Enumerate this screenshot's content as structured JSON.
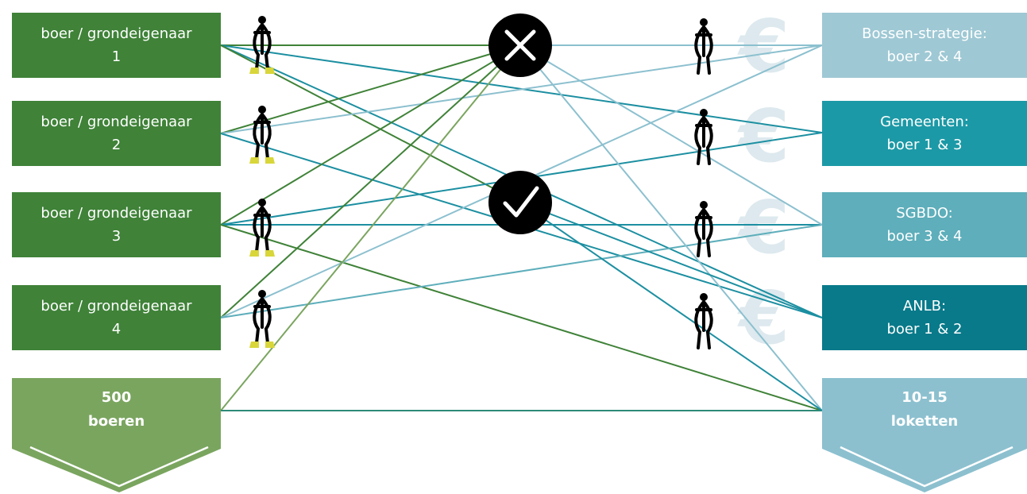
{
  "farmers": [
    {
      "line1": "boer / grondeigenaar",
      "line2": "1"
    },
    {
      "line1": "boer / grondeigenaar",
      "line2": "2"
    },
    {
      "line1": "boer / grondeigenaar",
      "line2": "3"
    },
    {
      "line1": "boer / grondeigenaar",
      "line2": "4"
    }
  ],
  "farmers_total": {
    "line1": "500",
    "line2": "boeren"
  },
  "desks": [
    {
      "line1": "Bossen-strategie:",
      "line2": "boer 2 & 4",
      "color": "#9ec8d4"
    },
    {
      "line1": "Gemeenten:",
      "line2": "boer 1 & 3",
      "color": "#1c99a6"
    },
    {
      "line1": "SGBDO:",
      "line2": "boer 3 & 4",
      "color": "#5eaebb"
    },
    {
      "line1": "ANLB:",
      "line2": "boer 1 & 2",
      "color": "#087a8a"
    }
  ],
  "desks_total": {
    "line1": "10-15",
    "line2": "loketten"
  },
  "currency_symbol": "€",
  "icons": {
    "farmer_figure": "farmer-with-boots-icon",
    "official_figure": "person-icon",
    "reject": "x-circle-icon",
    "approve": "check-circle-icon"
  },
  "colors": {
    "farmer_box": "#3f8238",
    "farmers_total": "#7aa55f",
    "desks_total": "#8cc0cf",
    "line_green": "#3f8238",
    "line_teal": "#1c8fa1",
    "line_light": "#8cc0cf",
    "line_olive": "#7aa55f",
    "euro": "#dde9ee",
    "boots": "#d8d63a"
  }
}
